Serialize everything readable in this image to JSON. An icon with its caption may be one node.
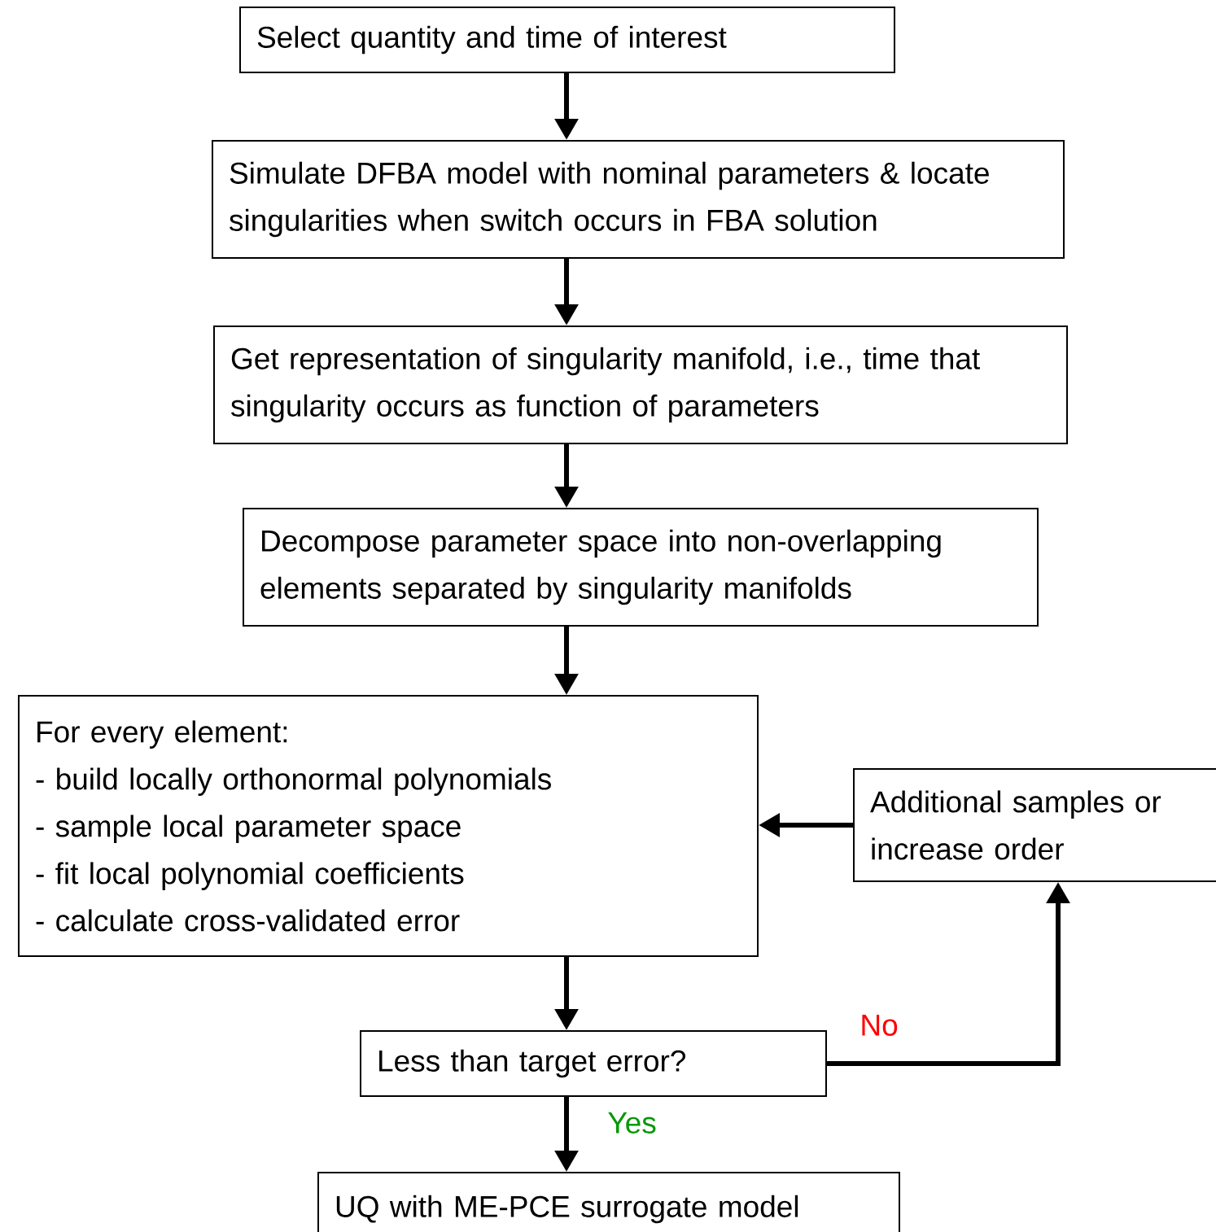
{
  "diagram": {
    "nodes": [
      {
        "text": [
          "Select quantity and time of interest"
        ]
      },
      {
        "text": [
          "Simulate DFBA model with nominal parameters & locate singularities when switch occurs in FBA solution"
        ]
      },
      {
        "text": [
          "Get representation of singularity manifold, i.e., time that singularity occurs as function of parameters"
        ]
      },
      {
        "text": [
          "Decompose parameter space into non-overlapping elements separated by singularity manifolds"
        ]
      },
      {
        "text": [
          "For every element:",
          "- build locally orthonormal polynomials",
          "- sample local parameter space",
          "- fit local polynomial coefficients",
          "- calculate cross-validated error"
        ]
      },
      {
        "text": [
          "Additional samples or increase order"
        ]
      },
      {
        "text": [
          "Less than target error?"
        ]
      },
      {
        "text": [
          "UQ with ME-PCE surrogate model"
        ]
      }
    ],
    "edges": [
      {
        "from": 0,
        "to": 1,
        "arrow": "to"
      },
      {
        "from": 1,
        "to": 2,
        "arrow": "to"
      },
      {
        "from": 2,
        "to": 3,
        "arrow": "to"
      },
      {
        "from": 3,
        "to": 4,
        "arrow": "to"
      },
      {
        "from": 4,
        "to": 6,
        "arrow": "to"
      },
      {
        "from": 6,
        "to": 7,
        "arrow": "to",
        "label": "Yes"
      },
      {
        "from": 6,
        "to": 5,
        "arrow": "to",
        "label": "No"
      },
      {
        "from": 5,
        "to": 4,
        "arrow": "to"
      }
    ]
  }
}
